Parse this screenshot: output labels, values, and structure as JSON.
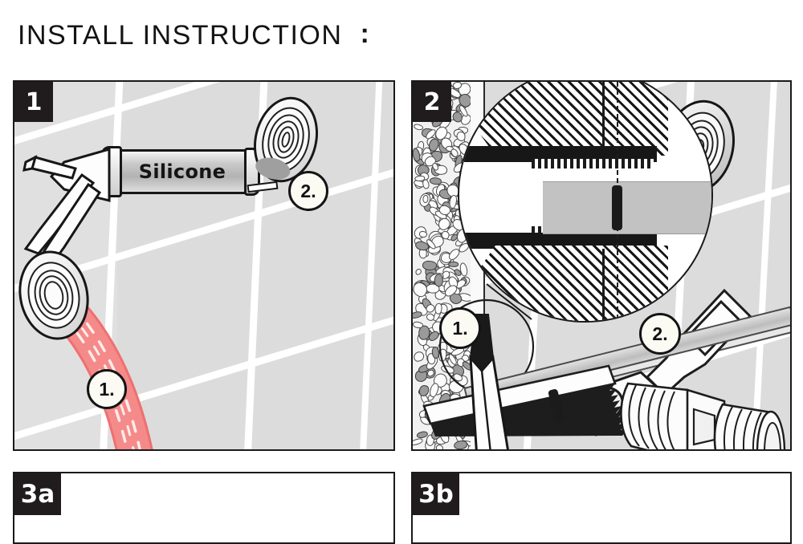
{
  "page": {
    "title": "INSTALL INSTRUCTION",
    "title_colon": ":",
    "background_color": "#ffffff",
    "tile_color": "#dcdcdc",
    "grout_color": "#ffffff",
    "ink_color": "#1a1a1a",
    "badge_color": "#201c1e",
    "hose_color": "#ee7070",
    "hose_dash_color": "#fdece8"
  },
  "panels": [
    {
      "id": "panel-1",
      "badge": "1",
      "type": "illustration",
      "scene": "bathroom tile wall, silicone gun applying sealant to threaded wall flange, red flexible hose inserted into lower flange",
      "labels": {
        "silicone_tube": "Silicone"
      },
      "callouts": [
        {
          "id": "callout-1-step1",
          "text": "1."
        },
        {
          "id": "callout-1-step2",
          "text": "2."
        }
      ]
    },
    {
      "id": "panel-2",
      "badge": "2",
      "type": "illustration",
      "scene": "concrete wall cross-section with magnified cut-away detail of threaded pipe fitting, marking pen, flat bar, saw cutting threaded pipe extension, threaded flange ring and wrench",
      "labels": {},
      "callouts": [
        {
          "id": "callout-2-step1",
          "text": "1."
        },
        {
          "id": "callout-2-step2",
          "text": "2."
        }
      ]
    },
    {
      "id": "panel-3a",
      "badge": "3a",
      "type": "illustration",
      "scene": "blank panel cropped at bottom edge of image",
      "labels": {},
      "callouts": []
    },
    {
      "id": "panel-3b",
      "badge": "3b",
      "type": "illustration",
      "scene": "blank panel cropped at bottom edge of image",
      "labels": {},
      "callouts": []
    }
  ]
}
